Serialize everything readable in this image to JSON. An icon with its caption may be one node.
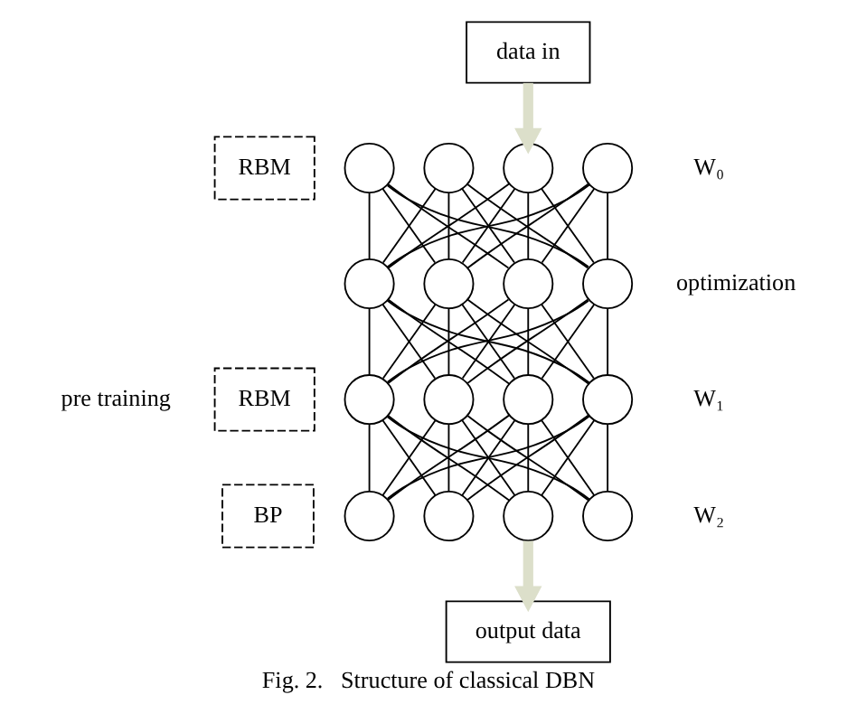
{
  "diagram": {
    "caption": "Fig. 2.   Structure of classical DBN",
    "nodes": [
      {
        "text": [
          "output data"
        ]
      },
      {
        "text": [
          "BP"
        ]
      },
      {
        "text": [],
        "shape": "circle"
      },
      {
        "text": [],
        "shape": "circle"
      },
      {
        "text": [],
        "shape": "circle"
      },
      {
        "text": [],
        "shape": "circle"
      },
      {
        "text": [
          "RBM"
        ]
      },
      {
        "text": [],
        "shape": "circle"
      },
      {
        "text": [],
        "shape": "circle"
      },
      {
        "text": [],
        "shape": "circle"
      },
      {
        "text": [],
        "shape": "circle"
      },
      {
        "text": [
          "RBM"
        ]
      },
      {
        "text": [],
        "shape": "circle"
      },
      {
        "text": [],
        "shape": "circle"
      },
      {
        "text": [],
        "shape": "circle"
      },
      {
        "text": [],
        "shape": "circle"
      },
      {
        "text": [],
        "shape": "circle"
      },
      {
        "text": [],
        "shape": "circle"
      },
      {
        "text": [],
        "shape": "circle"
      },
      {
        "text": [],
        "shape": "circle"
      },
      {
        "text": [
          "data in"
        ]
      }
    ],
    "edges": [
      {
        "from": 20,
        "to": 18,
        "arrow": "to",
        "style": "thick",
        "color": "#dcdfca"
      },
      {
        "from": 16,
        "to": 12,
        "arrow": "none"
      },
      {
        "from": 16,
        "to": 13,
        "arrow": "none"
      },
      {
        "from": 16,
        "to": 14,
        "arrow": "none"
      },
      {
        "from": 16,
        "to": 15,
        "arrow": "none"
      },
      {
        "from": 17,
        "to": 12,
        "arrow": "none"
      },
      {
        "from": 17,
        "to": 13,
        "arrow": "none"
      },
      {
        "from": 17,
        "to": 14,
        "arrow": "none"
      },
      {
        "from": 17,
        "to": 15,
        "arrow": "none"
      },
      {
        "from": 18,
        "to": 12,
        "arrow": "none"
      },
      {
        "from": 18,
        "to": 13,
        "arrow": "none"
      },
      {
        "from": 18,
        "to": 14,
        "arrow": "none"
      },
      {
        "from": 18,
        "to": 15,
        "arrow": "none"
      },
      {
        "from": 19,
        "to": 12,
        "arrow": "none"
      },
      {
        "from": 19,
        "to": 13,
        "arrow": "none"
      },
      {
        "from": 19,
        "to": 14,
        "arrow": "none"
      },
      {
        "from": 19,
        "to": 15,
        "arrow": "none"
      },
      {
        "from": 12,
        "to": 7,
        "arrow": "none"
      },
      {
        "from": 12,
        "to": 8,
        "arrow": "none"
      },
      {
        "from": 12,
        "to": 9,
        "arrow": "none"
      },
      {
        "from": 12,
        "to": 10,
        "arrow": "none"
      },
      {
        "from": 13,
        "to": 7,
        "arrow": "none"
      },
      {
        "from": 13,
        "to": 8,
        "arrow": "none"
      },
      {
        "from": 13,
        "to": 9,
        "arrow": "none"
      },
      {
        "from": 13,
        "to": 10,
        "arrow": "none"
      },
      {
        "from": 14,
        "to": 7,
        "arrow": "none"
      },
      {
        "from": 14,
        "to": 8,
        "arrow": "none"
      },
      {
        "from": 14,
        "to": 9,
        "arrow": "none"
      },
      {
        "from": 14,
        "to": 10,
        "arrow": "none"
      },
      {
        "from": 15,
        "to": 7,
        "arrow": "none"
      },
      {
        "from": 15,
        "to": 8,
        "arrow": "none"
      },
      {
        "from": 15,
        "to": 9,
        "arrow": "none"
      },
      {
        "from": 15,
        "to": 10,
        "arrow": "none"
      },
      {
        "from": 7,
        "to": 2,
        "arrow": "none"
      },
      {
        "from": 7,
        "to": 3,
        "arrow": "none"
      },
      {
        "from": 7,
        "to": 4,
        "arrow": "none"
      },
      {
        "from": 7,
        "to": 5,
        "arrow": "none"
      },
      {
        "from": 8,
        "to": 2,
        "arrow": "none"
      },
      {
        "from": 8,
        "to": 3,
        "arrow": "none"
      },
      {
        "from": 8,
        "to": 4,
        "arrow": "none"
      },
      {
        "from": 8,
        "to": 5,
        "arrow": "none"
      },
      {
        "from": 9,
        "to": 2,
        "arrow": "none"
      },
      {
        "from": 9,
        "to": 3,
        "arrow": "none"
      },
      {
        "from": 9,
        "to": 4,
        "arrow": "none"
      },
      {
        "from": 9,
        "to": 5,
        "arrow": "none"
      },
      {
        "from": 10,
        "to": 2,
        "arrow": "none"
      },
      {
        "from": 10,
        "to": 3,
        "arrow": "none"
      },
      {
        "from": 10,
        "to": 4,
        "arrow": "none"
      },
      {
        "from": 10,
        "to": 5,
        "arrow": "none"
      },
      {
        "from": 4,
        "to": 0,
        "arrow": "to",
        "style": "thick",
        "color": "#dcdfca"
      }
    ],
    "labels": [
      "pre training",
      "W₂",
      "W₁",
      "W₀",
      "optimization"
    ]
  }
}
